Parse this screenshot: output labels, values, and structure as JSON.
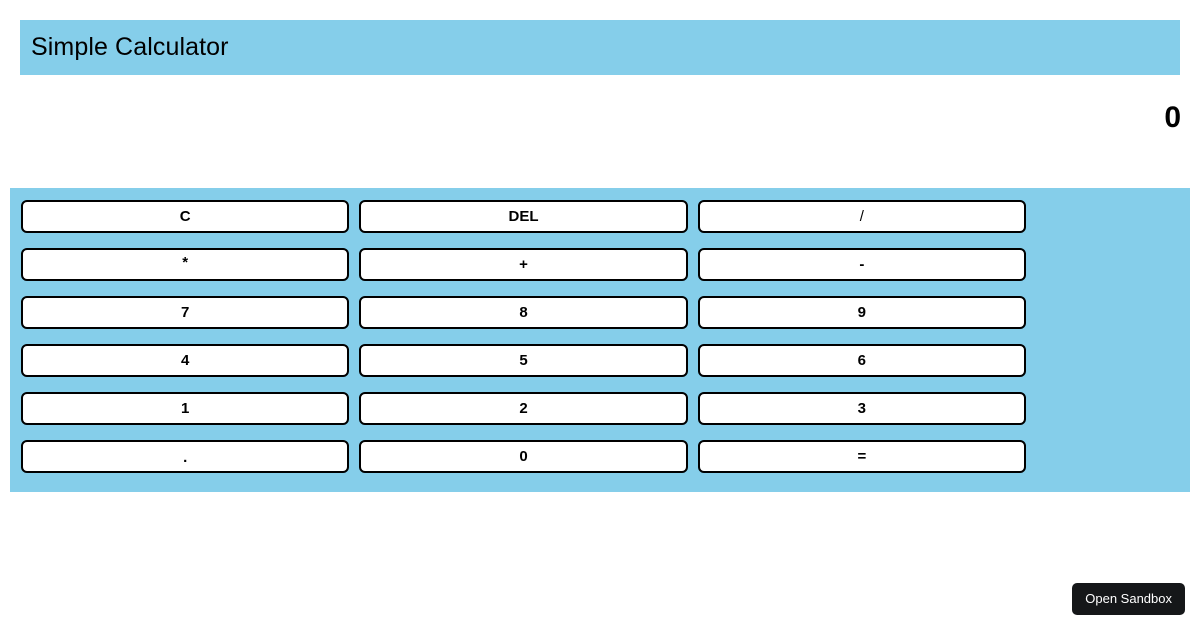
{
  "header": {
    "title": "Simple Calculator",
    "background_color": "#85CEEA"
  },
  "display": {
    "value": "0"
  },
  "keypad": {
    "background_color": "#85CEEA",
    "button_background": "#ffffff",
    "button_border_color": "#000000",
    "buttons": [
      {
        "label": "C",
        "name": "clear"
      },
      {
        "label": "DEL",
        "name": "delete"
      },
      {
        "label": "/",
        "name": "divide"
      },
      {
        "label": "*",
        "name": "multiply"
      },
      {
        "label": "+",
        "name": "add"
      },
      {
        "label": "-",
        "name": "subtract"
      },
      {
        "label": "7",
        "name": "seven"
      },
      {
        "label": "8",
        "name": "eight"
      },
      {
        "label": "9",
        "name": "nine"
      },
      {
        "label": "4",
        "name": "four"
      },
      {
        "label": "5",
        "name": "five"
      },
      {
        "label": "6",
        "name": "six"
      },
      {
        "label": "1",
        "name": "one"
      },
      {
        "label": "2",
        "name": "two"
      },
      {
        "label": "3",
        "name": "three"
      },
      {
        "label": ".",
        "name": "decimal"
      },
      {
        "label": "0",
        "name": "zero"
      },
      {
        "label": "=",
        "name": "equals"
      }
    ]
  },
  "sandbox": {
    "label": "Open Sandbox",
    "background_color": "#151719",
    "text_color": "#ffffff"
  }
}
